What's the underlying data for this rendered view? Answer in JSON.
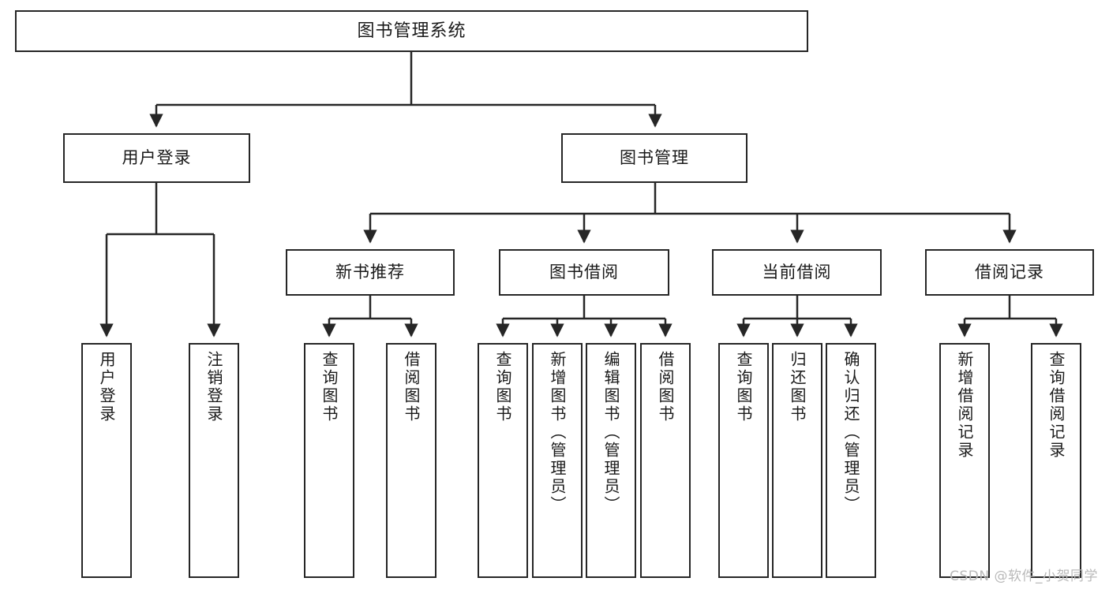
{
  "diagram": {
    "type": "tree-hierarchy",
    "title": "图书管理系统",
    "colors": {
      "box_border": "#262626",
      "box_fill": "#ffffff",
      "line": "#262626",
      "text": "#1a1a1a",
      "watermark": "#b9b9b9",
      "background": "#ffffff"
    }
  },
  "root": {
    "label": "图书管理系统"
  },
  "level2": [
    {
      "label": "用户登录"
    },
    {
      "label": "图书管理"
    }
  ],
  "level3": [
    {
      "label": "新书推荐"
    },
    {
      "label": "图书借阅"
    },
    {
      "label": "当前借阅"
    },
    {
      "label": "借阅记录"
    }
  ],
  "leaves": {
    "user_login": [
      {
        "label": "用户登录"
      },
      {
        "label": "注销登录"
      }
    ],
    "new_book_recommend": [
      {
        "label": "查询图书"
      },
      {
        "label": "借阅图书"
      }
    ],
    "book_borrow": [
      {
        "label": "查询图书"
      },
      {
        "label": "新增图书（管理员）"
      },
      {
        "label": "编辑图书（管理员）"
      },
      {
        "label": "借阅图书"
      }
    ],
    "current_borrow": [
      {
        "label": "查询图书"
      },
      {
        "label": "归还图书"
      },
      {
        "label": "确认归还（管理员）"
      }
    ],
    "borrow_record": [
      {
        "label": "新增借阅记录"
      },
      {
        "label": "查询借阅记录"
      }
    ]
  },
  "watermark": {
    "text": "CSDN @软件_小贺同学"
  }
}
